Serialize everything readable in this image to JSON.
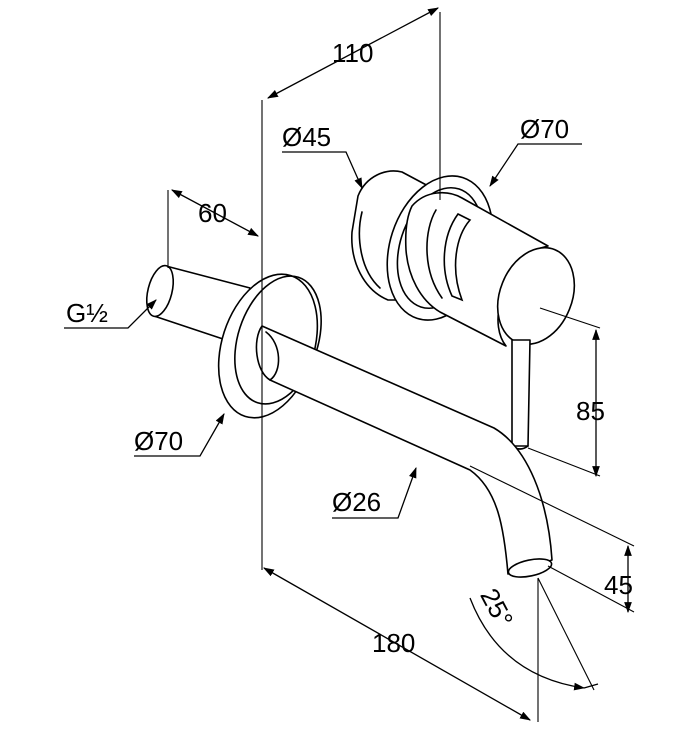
{
  "dimensions": {
    "width_110": "110",
    "dia_45": "Ø45",
    "dia_70_mixer": "Ø70",
    "depth_60": "60",
    "thread": "G½",
    "height_85": "85",
    "dia_70_spout": "Ø70",
    "dia_26": "Ø26",
    "height_45": "45",
    "angle_25": "25°",
    "length_180": "180"
  }
}
